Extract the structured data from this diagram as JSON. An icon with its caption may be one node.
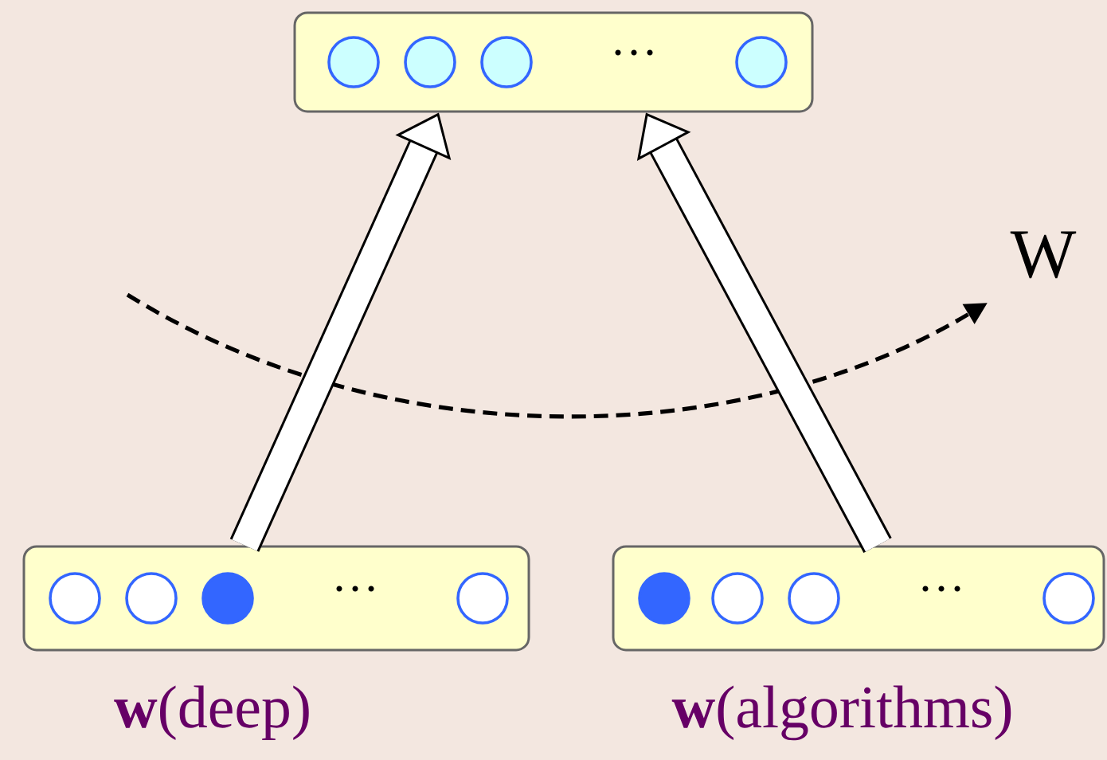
{
  "diagram": {
    "nodes": [
      {
        "text": [
          "…"
        ]
      },
      {
        "text": [
          "…"
        ],
        "beside": [
          "**w**(deep)"
        ]
      },
      {
        "text": [
          "…"
        ],
        "beside": [
          "**w**(algorithms)"
        ]
      }
    ],
    "edges": [
      {
        "from": 1,
        "to": 0,
        "arrow": "to"
      },
      {
        "from": 2,
        "to": 0,
        "arrow": "to"
      }
    ],
    "labels": [
      "W"
    ]
  }
}
